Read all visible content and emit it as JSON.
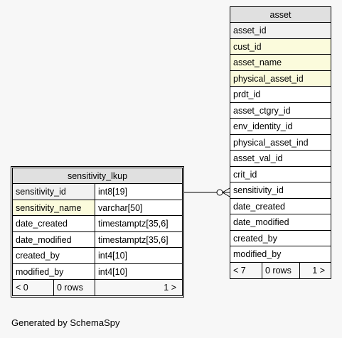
{
  "asset": {
    "title": "asset",
    "columns": [
      "asset_id",
      "cust_id",
      "asset_name",
      "physical_asset_id",
      "prdt_id",
      "asset_ctgry_id",
      "env_identity_id",
      "physical_asset_ind",
      "asset_val_id",
      "crit_id",
      "sensitivity_id",
      "date_created",
      "date_modified",
      "created_by",
      "modified_by"
    ],
    "footer": {
      "left": "< 7",
      "middle": "0 rows",
      "right": "1 >"
    }
  },
  "sensitivity_lkup": {
    "title": "sensitivity_lkup",
    "columns": [
      {
        "name": "sensitivity_id",
        "type": "int8[19]"
      },
      {
        "name": "sensitivity_name",
        "type": "varchar[50]"
      },
      {
        "name": "date_created",
        "type": "timestamptz[35,6]"
      },
      {
        "name": "date_modified",
        "type": "timestamptz[35,6]"
      },
      {
        "name": "created_by",
        "type": "int4[10]"
      },
      {
        "name": "modified_by",
        "type": "int4[10]"
      }
    ],
    "footer": {
      "left": "< 0",
      "middle": "0 rows",
      "right": "1 >"
    }
  },
  "footer_text": "Generated by SchemaSpy",
  "colors": {
    "header_bg": "#e0e0e0",
    "pk_bg": "#f1f1f1",
    "index_bg": "#fbfbdc",
    "background": "#f7f7f7"
  }
}
